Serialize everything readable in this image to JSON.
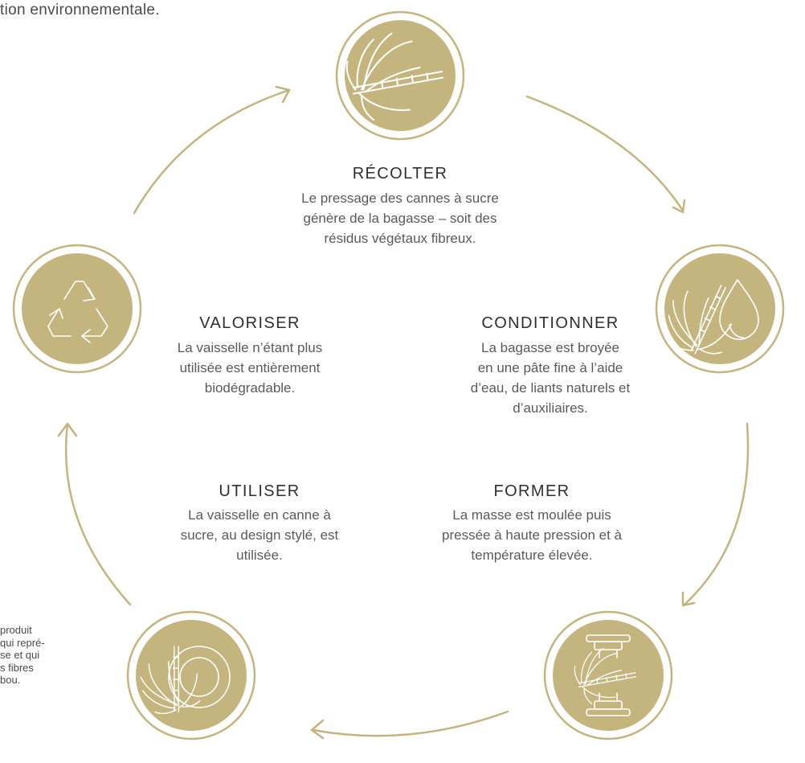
{
  "intro": {
    "text": "tion environnementale."
  },
  "note": {
    "text": "produit\nqui repré-\nse et qui\ns fibres\nbou."
  },
  "steps": {
    "recolter": {
      "title": "RÉCOLTER",
      "desc": "Le pressage des cannes à sucre\ngénère de la bagasse – soit des\nrésidus végétaux fibreux.",
      "icon": "sugarcane-icon"
    },
    "conditionner": {
      "title": "CONDITIONNER",
      "desc": "La bagasse est broyée\nen une pâte fine à l’aide\nd’eau, de liants naturels et\nd’auxiliaires.",
      "icon": "sugarcane-water-drop-icon"
    },
    "former": {
      "title": "FORMER",
      "desc": "La masse est moulée puis\npressée à haute pression et à\ntempérature élevée.",
      "icon": "press-mold-icon"
    },
    "utiliser": {
      "title": "UTILISER",
      "desc": "La vaisselle en canne à\nsucre, au design stylé, est\nutilisée.",
      "icon": "sugarcane-plate-icon"
    },
    "valoriser": {
      "title": "VALORISER",
      "desc": "La vaisselle n’étant plus\nutilisée est entièrement\nbiodégradable.",
      "icon": "recycle-icon"
    }
  },
  "colors": {
    "accent": "#c4b47e",
    "text": "#4a4a4a",
    "title": "#2f2f2f"
  }
}
